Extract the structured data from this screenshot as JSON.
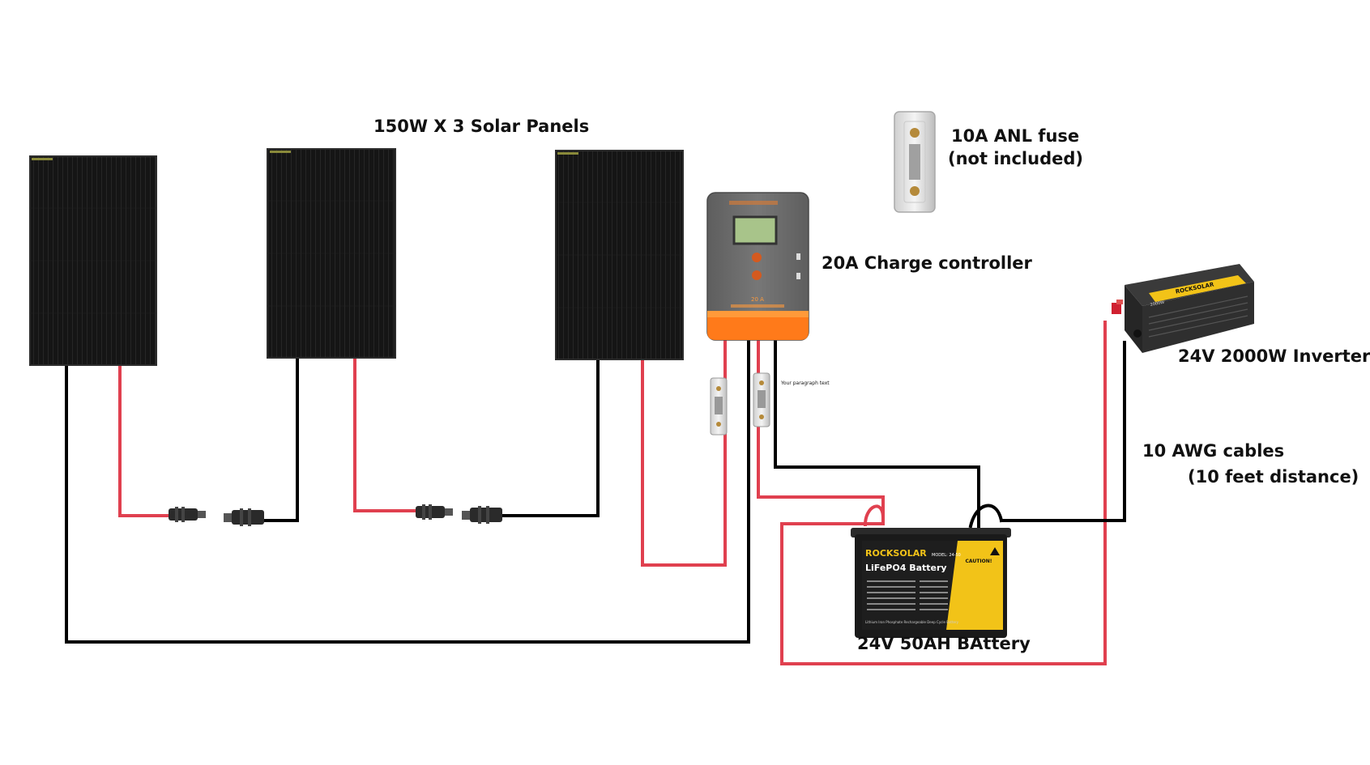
{
  "labels": {
    "solar_panels": "150W X 3 Solar Panels",
    "fuse_line1": "10A ANL fuse",
    "fuse_line2": "(not included)",
    "charge_controller": "20A  Charge controller",
    "inverter": "24V 2000W Inverter",
    "cable_line1": "10 AWG cables",
    "cable_line2": "(10 feet  distance)",
    "battery": "24V 50AH BAttery",
    "placeholder_text": "Your paragraph text"
  },
  "battery_face": {
    "brand": "ROCKSOLAR",
    "model": "MODEL: 24-50",
    "product": "LiFePO4 Battery",
    "caution": "CAUTION!",
    "footer": "Lithium Iron Phosphate Rechargeable Deep Cycle Battery"
  },
  "controller_face": {
    "badge": "20 A"
  },
  "inverter_face": {
    "brand": "ROCKSOLAR",
    "rating": "2000W"
  },
  "colors": {
    "positive_wire": "#e0404f",
    "negative_wire": "#000000",
    "panel": "#151515",
    "controller_body": "#6b6b6b",
    "controller_base": "#ff7a1a",
    "lcd": "#a8c48a",
    "battery_body": "#1a1a1a",
    "battery_label": "#f2c318"
  }
}
